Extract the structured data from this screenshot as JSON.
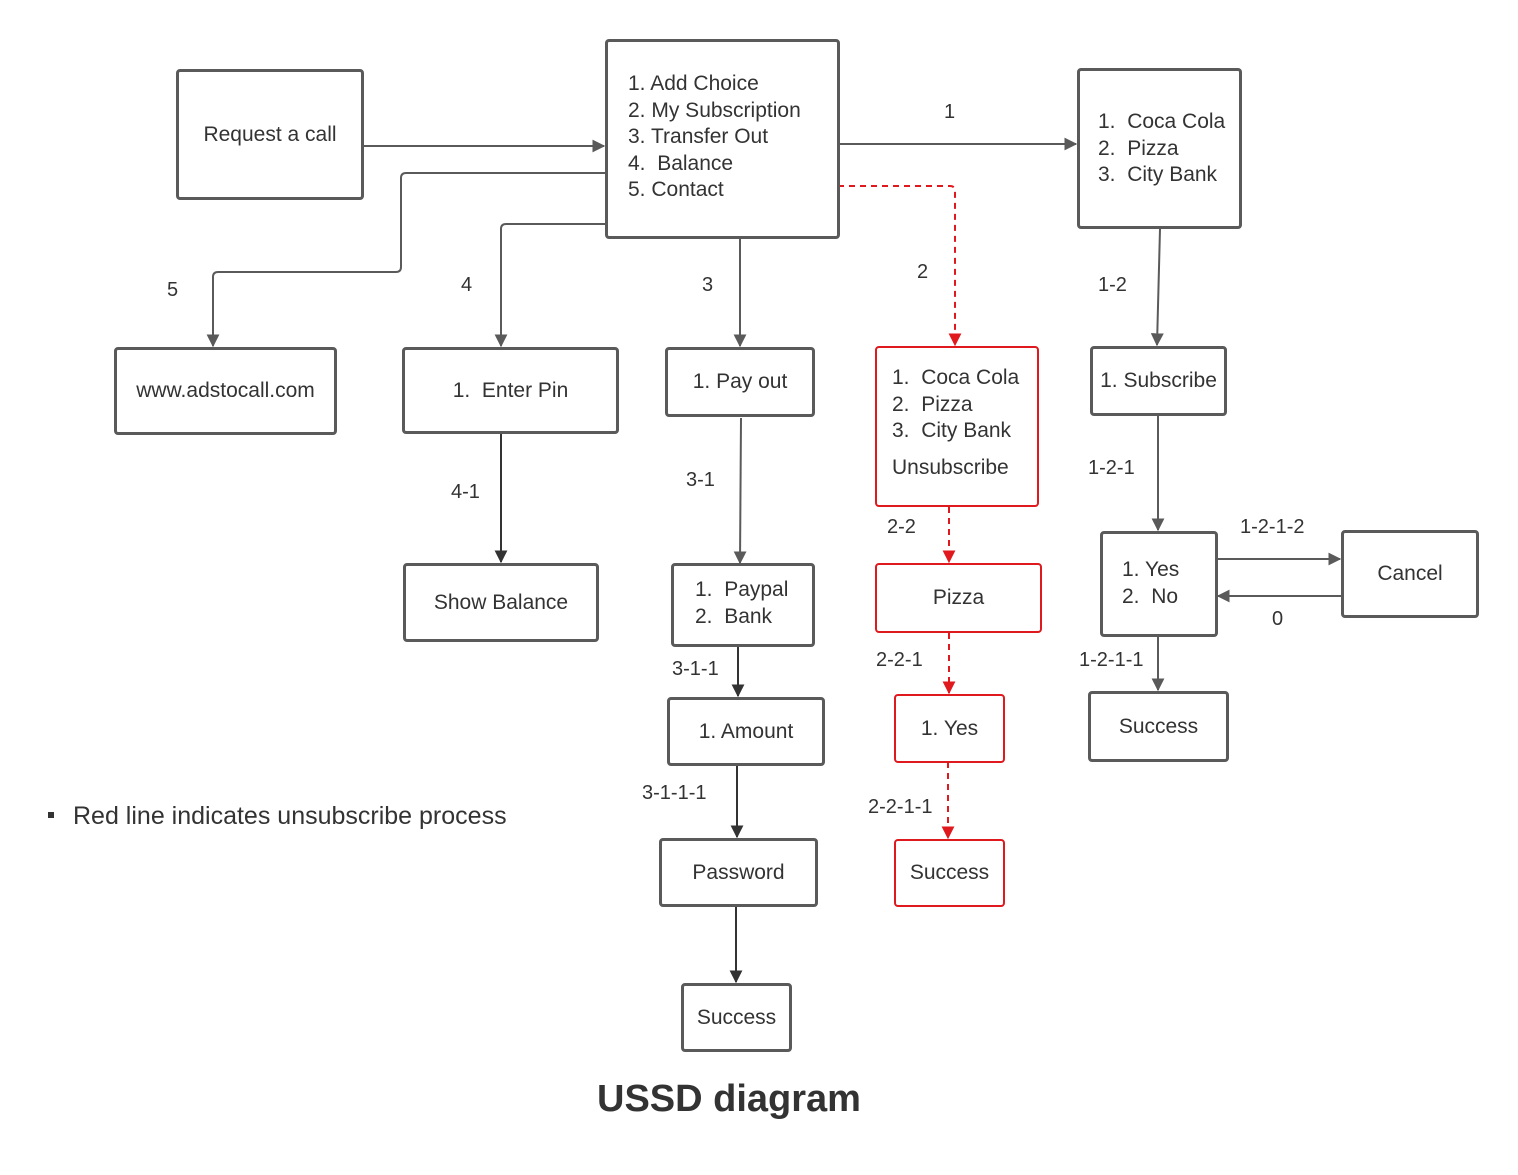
{
  "title": "USSD diagram",
  "legend_note": "Red line indicates unsubscribe process",
  "colors": {
    "normal": "#5a5a5a",
    "unsubscribe": "#e0191e",
    "text": "#333333"
  },
  "nodes": {
    "request": {
      "label": "Request a call"
    },
    "main_menu": {
      "items": [
        {
          "num": "1.",
          "text": "Add Choice"
        },
        {
          "num": "2.",
          "text": "My Subscription"
        },
        {
          "num": "3.",
          "text": "Transfer Out"
        },
        {
          "num": "4.",
          "text": "Balance"
        },
        {
          "num": "5.",
          "text": "Contact"
        }
      ]
    },
    "brands": {
      "items": [
        {
          "num": "1.",
          "text": "Coca Cola"
        },
        {
          "num": "2.",
          "text": "Pizza"
        },
        {
          "num": "3.",
          "text": "City Bank"
        }
      ]
    },
    "website": {
      "label": "www.adstocall.com"
    },
    "enter_pin": {
      "num": "1.",
      "text": "Enter Pin"
    },
    "pay_out": {
      "num": "1.",
      "text": "Pay out"
    },
    "unsub_menu": {
      "items": [
        {
          "num": "1.",
          "text": "Coca Cola"
        },
        {
          "num": "2.",
          "text": "Pizza"
        },
        {
          "num": "3.",
          "text": "City Bank"
        }
      ],
      "footer": "Unsubscribe"
    },
    "subscribe": {
      "num": "1.",
      "text": "Subscribe"
    },
    "show_balance": {
      "label": "Show Balance"
    },
    "payment_method": {
      "items": [
        {
          "num": "1.",
          "text": "Paypal"
        },
        {
          "num": "2.",
          "text": "Bank"
        }
      ]
    },
    "pizza": {
      "label": "Pizza"
    },
    "confirm": {
      "items": [
        {
          "num": "1.",
          "text": "Yes"
        },
        {
          "num": "2.",
          "text": "No"
        }
      ]
    },
    "cancel": {
      "label": "Cancel"
    },
    "amount": {
      "num": "1.",
      "text": "Amount"
    },
    "unsub_yes": {
      "num": "1.",
      "text": "Yes"
    },
    "success_subscribe": {
      "label": "Success"
    },
    "password": {
      "label": "Password"
    },
    "success_unsub": {
      "label": "Success"
    },
    "success_transfer": {
      "label": "Success"
    }
  },
  "edge_labels": {
    "e1": "1",
    "e2": "2",
    "e3": "3",
    "e4": "4",
    "e5": "5",
    "e1_2": "1-2",
    "e1_2_1": "1-2-1",
    "e1_2_1_2": "1-2-1-2",
    "e0": "0",
    "e1_2_1_1": "1-2-1-1",
    "e4_1": "4-1",
    "e3_1": "3-1",
    "e3_1_1": "3-1-1",
    "e3_1_1_1": "3-1-1-1",
    "e2_2": "2-2",
    "e2_2_1": "2-2-1",
    "e2_2_1_1": "2-2-1-1"
  }
}
